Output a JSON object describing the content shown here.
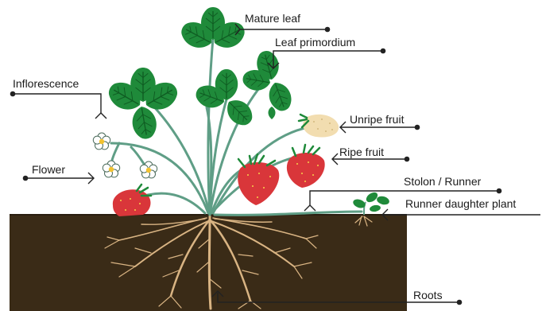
{
  "labels": {
    "mature_leaf": "Mature leaf",
    "leaf_primordium": "Leaf primordium",
    "inflorescence": "Inflorescence",
    "unripe_fruit": "Unripe fruit",
    "ripe_fruit": "Ripe fruit",
    "flower": "Flower",
    "stolon_runner": "Stolon / Runner",
    "runner_daughter_plant": "Runner daughter plant",
    "roots": "Roots"
  },
  "colors": {
    "soil": "#3a2b17",
    "leaf": "#1f8a3a",
    "leaf_vein": "#0f5c22",
    "stem": "#5f9e86",
    "ripe_fruit": "#d9363a",
    "unripe_fruit": "#f2ddb0",
    "root": "#d9b483",
    "flower_petal": "#ffffff",
    "flower_center": "#f2c230",
    "leader_line": "#222222"
  }
}
